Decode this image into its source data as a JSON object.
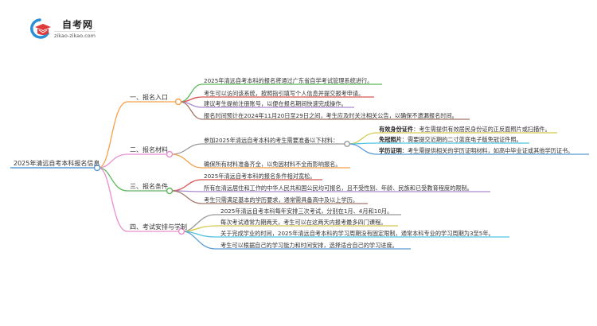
{
  "logo": {
    "title": "自考网",
    "subtitle": "zikao-zikao.com",
    "icon": "graduation-cap-icon",
    "colors": {
      "cap": "#e03b3b",
      "ring": "#2b8fd6"
    }
  },
  "root": {
    "label": "2025年清远自考本科报名信息",
    "color": "#5b9bd5"
  },
  "branches": [
    {
      "label": "一、报名入口",
      "color": "#f5a04a",
      "items": [
        {
          "text": "2025年清远自考本科的报名将通过广东省自学考试管理系统进行。",
          "color": "#5cb85c"
        },
        {
          "text": "考生可以访问该系统，按照指引填写个人信息并提交报考申请。",
          "color": "#d9534f"
        },
        {
          "text": "建议考生提前注册账号，以便在报名期间快速完成操作。",
          "color": "#a98bd0"
        },
        {
          "text": "报名时间预计在2024年11月20日至29日之间，考生应及时关注相关公告，以确保不遗漏报名时间。",
          "color": "#a07868"
        }
      ]
    },
    {
      "label": "二、报名材料",
      "color": "#e88fd0",
      "items": [
        {
          "text": "参加2025年清远自考本科的考生需要准备以下材料：",
          "color": "#999999",
          "children": [
            {
              "bold": "有效身份证件",
              "text": "：考生需提供有效居民身份证的正反面照片或扫描件。",
              "color": "#d4c84a"
            },
            {
              "bold": "免冠照片",
              "text": "：需要提交近期的二寸蓝底电子版免冠证件照。",
              "color": "#4fc3e0"
            },
            {
              "bold": "学历证明",
              "text": "：考生需提供相关的学历证明材料，如高中毕业证或其他学历证书。",
              "color": "#5b9bd5"
            }
          ]
        },
        {
          "text": "确保所有材料准备齐全，以免因材料不全而影响报名。",
          "color": "#f5a04a"
        }
      ]
    },
    {
      "label": "三、报名条件",
      "color": "#5cb85c",
      "items": [
        {
          "text": "2025年清远自考本科的报名条件相对宽松。",
          "color": "#d9534f"
        },
        {
          "text": "所有在清远居住和工作的中华人民共和国公民均可报名，且不受性别、年龄、民族和已受教育程度的限制。",
          "color": "#a98bd0"
        },
        {
          "text": "考生只需满足基本的学历要求，通常需具备高中及以上学历。",
          "color": "#a07868"
        }
      ]
    },
    {
      "label": "四、考试安排与学制",
      "color": "#e88fd0",
      "items": [
        {
          "text": "2025年清远自考本科每年安排三次考试，分别在1月、4月和10月。",
          "color": "#999999"
        },
        {
          "text": "每次考试通常为期两天，考生可以在这两天内报考最多四门课程。",
          "color": "#d4c84a"
        },
        {
          "text": "关于完成学业的时间，2025年清远自考本科的学习周期没有固定限制，通常本科专业的学习周期为3至5年。",
          "color": "#4fc3e0"
        },
        {
          "text": "考生可以根据自己的学习能力和时间安排，选择适合自己的学习进度。",
          "color": "#5b9bd5"
        }
      ]
    }
  ]
}
